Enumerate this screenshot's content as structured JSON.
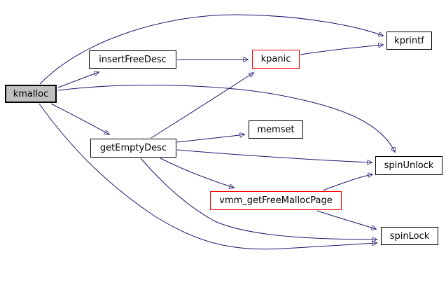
{
  "diagram": {
    "type": "call-graph",
    "background_color": "#ffffff",
    "edge_color": "#191970",
    "colors": {
      "node_border": "#000000",
      "highlight_border": "#ff0000",
      "focus_node_fill": "#c0c0c0",
      "node_fill": "#ffffff",
      "text": "#000000"
    },
    "nodes": [
      {
        "id": "kmalloc",
        "label": "kmalloc",
        "style": "focus"
      },
      {
        "id": "insertFreeDesc",
        "label": "insertFreeDesc",
        "style": "normal"
      },
      {
        "id": "kpanic",
        "label": "kpanic",
        "style": "highlight"
      },
      {
        "id": "kprintf",
        "label": "kprintf",
        "style": "normal"
      },
      {
        "id": "memset",
        "label": "memset",
        "style": "normal"
      },
      {
        "id": "getEmptyDesc",
        "label": "getEmptyDesc",
        "style": "normal"
      },
      {
        "id": "spinUnlock",
        "label": "spinUnlock",
        "style": "normal"
      },
      {
        "id": "vmm_getFreeMallocPage",
        "label": "vmm_getFreeMallocPage",
        "style": "highlight"
      },
      {
        "id": "spinLock",
        "label": "spinLock",
        "style": "normal"
      }
    ],
    "edges": [
      {
        "from": "kmalloc",
        "to": "kprintf"
      },
      {
        "from": "kmalloc",
        "to": "insertFreeDesc"
      },
      {
        "from": "kmalloc",
        "to": "getEmptyDesc"
      },
      {
        "from": "kmalloc",
        "to": "spinUnlock"
      },
      {
        "from": "kmalloc",
        "to": "spinLock"
      },
      {
        "from": "insertFreeDesc",
        "to": "kpanic"
      },
      {
        "from": "kpanic",
        "to": "kprintf"
      },
      {
        "from": "getEmptyDesc",
        "to": "kpanic"
      },
      {
        "from": "getEmptyDesc",
        "to": "memset"
      },
      {
        "from": "getEmptyDesc",
        "to": "spinUnlock"
      },
      {
        "from": "getEmptyDesc",
        "to": "vmm_getFreeMallocPage"
      },
      {
        "from": "getEmptyDesc",
        "to": "spinLock"
      },
      {
        "from": "vmm_getFreeMallocPage",
        "to": "spinUnlock"
      },
      {
        "from": "vmm_getFreeMallocPage",
        "to": "spinLock"
      }
    ]
  }
}
